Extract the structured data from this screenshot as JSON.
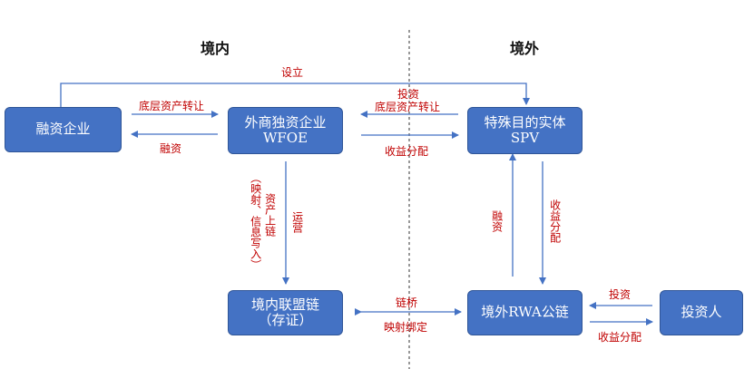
{
  "regions": {
    "domestic": "境内",
    "overseas": "境外"
  },
  "nodes": {
    "financing_company": "融资企业",
    "wfoe_line1": "外商独资企业",
    "wfoe_line2": "WFOE",
    "spv_line1": "特殊目的实体",
    "spv_line2": "SPV",
    "consortium_line1": "境内联盟链",
    "consortium_line2": "（存证）",
    "rwa_chain": "境外RWA公链",
    "investor": "投资人"
  },
  "edges": {
    "establish": "设立",
    "asset_transfer_1": "底层资产转让",
    "financing_1": "融资",
    "invest_1": "投资",
    "asset_transfer_2": "底层资产转让",
    "income_distribution_1": "收益分配",
    "asset_on_chain": "资产上链",
    "mapping_note": "（映射、信息写入）",
    "operation": "运营",
    "financing_2": "融资",
    "income_distribution_2": "收益分配",
    "chain_bridge": "链桥",
    "mapping_binding": "映射绑定",
    "invest_2": "投资",
    "income_distribution_3": "收益分配"
  },
  "colors": {
    "box_fill": "#4472C4",
    "box_border": "#2F5597",
    "label_red": "#C00000",
    "arrow_blue": "#4472C4"
  }
}
